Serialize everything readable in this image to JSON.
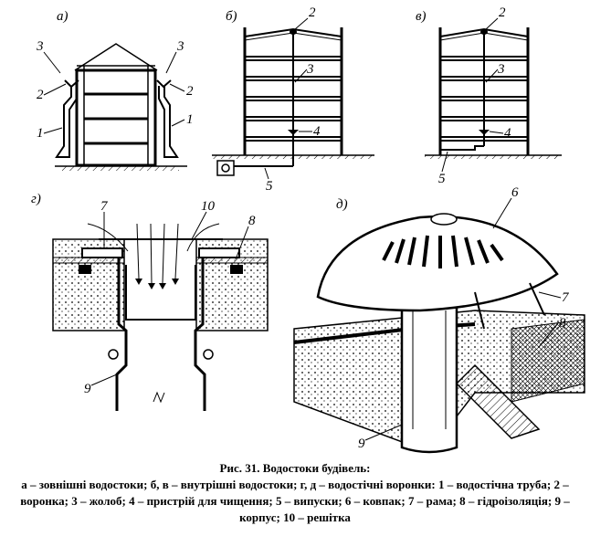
{
  "panels": {
    "a": "а)",
    "b": "б)",
    "v": "в)",
    "g": "г)",
    "d": "д)"
  },
  "numbers": {
    "n1": "1",
    "n2": "2",
    "n3": "3",
    "n4": "4",
    "n5": "5",
    "n6": "6",
    "n7": "7",
    "n8": "8",
    "n9": "9",
    "n10": "10"
  },
  "caption": {
    "title": "Рис. 31. Водостоки будівель:",
    "legend": "а – зовнішні водостоки; б, в – внутрішні водостоки; г, д – водостічні воронки: 1 – водостічна труба; 2 – воронка; 3 – жолоб; 4 – пристрій для чищення; 5 – випуски; 6 – ковпак; 7 – рама; 8 – гідроізоляція; 9 – корпус; 10 – решітка"
  }
}
